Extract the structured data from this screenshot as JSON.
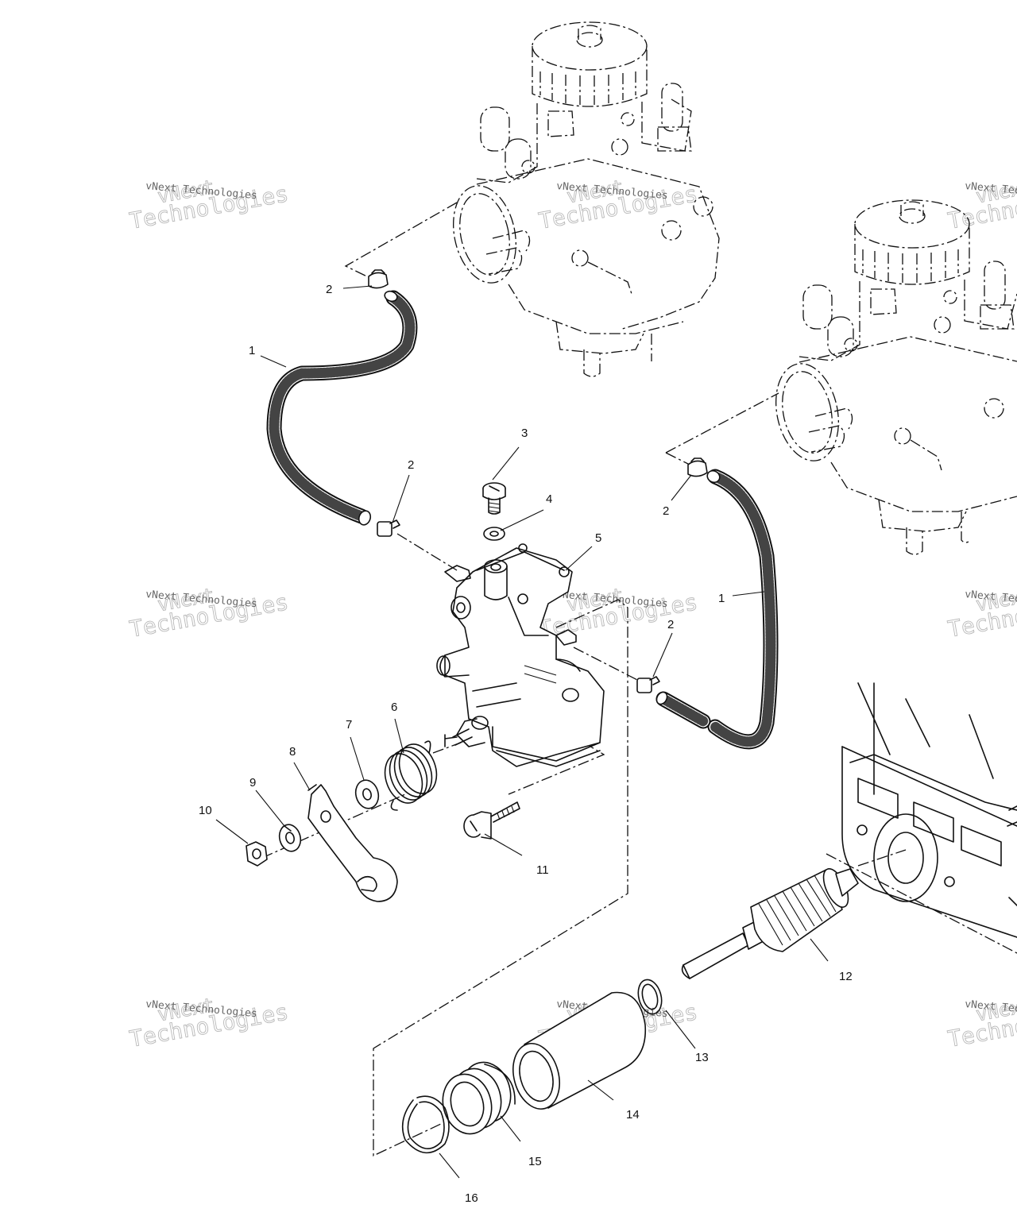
{
  "watermark": {
    "line1": "vNext",
    "line2": "Technologies",
    "small": "vNext Technologies"
  },
  "callouts": [
    {
      "id": "1a",
      "text": "1"
    },
    {
      "id": "1b",
      "text": "1"
    },
    {
      "id": "2a",
      "text": "2"
    },
    {
      "id": "2b",
      "text": "2"
    },
    {
      "id": "2c",
      "text": "2"
    },
    {
      "id": "2d",
      "text": "2"
    },
    {
      "id": "3",
      "text": "3"
    },
    {
      "id": "4",
      "text": "4"
    },
    {
      "id": "5",
      "text": "5"
    },
    {
      "id": "6",
      "text": "6"
    },
    {
      "id": "7",
      "text": "7"
    },
    {
      "id": "8",
      "text": "8"
    },
    {
      "id": "9",
      "text": "9"
    },
    {
      "id": "10",
      "text": "10"
    },
    {
      "id": "11",
      "text": "11"
    },
    {
      "id": "12",
      "text": "12"
    },
    {
      "id": "13",
      "text": "13"
    },
    {
      "id": "14",
      "text": "14"
    },
    {
      "id": "15",
      "text": "15"
    },
    {
      "id": "16",
      "text": "16"
    }
  ]
}
